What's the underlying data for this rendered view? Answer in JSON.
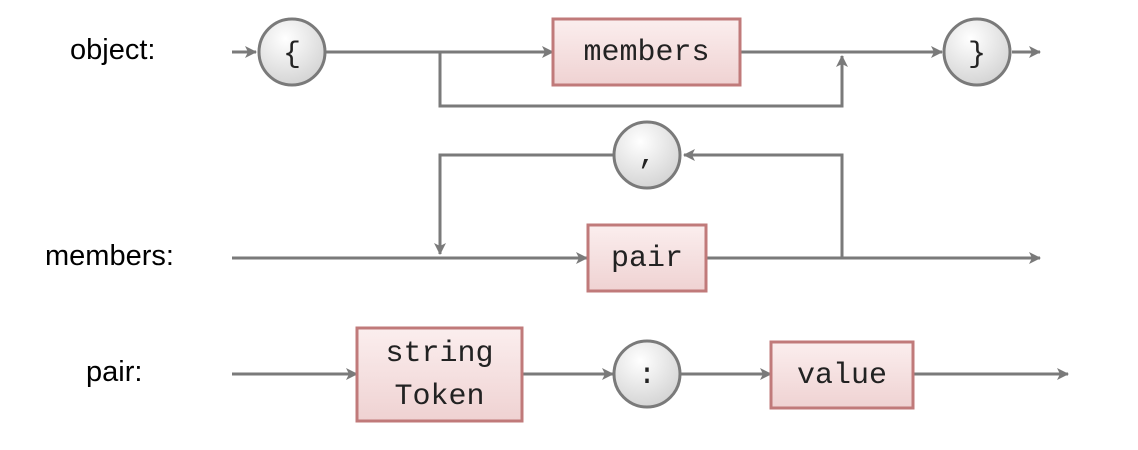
{
  "rules": {
    "object": {
      "label": "object:",
      "open_brace": "{",
      "members": "members",
      "close_brace": "}"
    },
    "members": {
      "label": "members:",
      "comma": ",",
      "pair": "pair"
    },
    "pair": {
      "label": "pair:",
      "string_line1": "string",
      "string_line2": "Token",
      "colon": ":",
      "value": "value"
    }
  },
  "colors": {
    "line": "#7a7a7a",
    "nonterminal_border": "#c07a7a",
    "nonterminal_fill": "#f5dede",
    "terminal_fill": "#e6e6e6"
  }
}
